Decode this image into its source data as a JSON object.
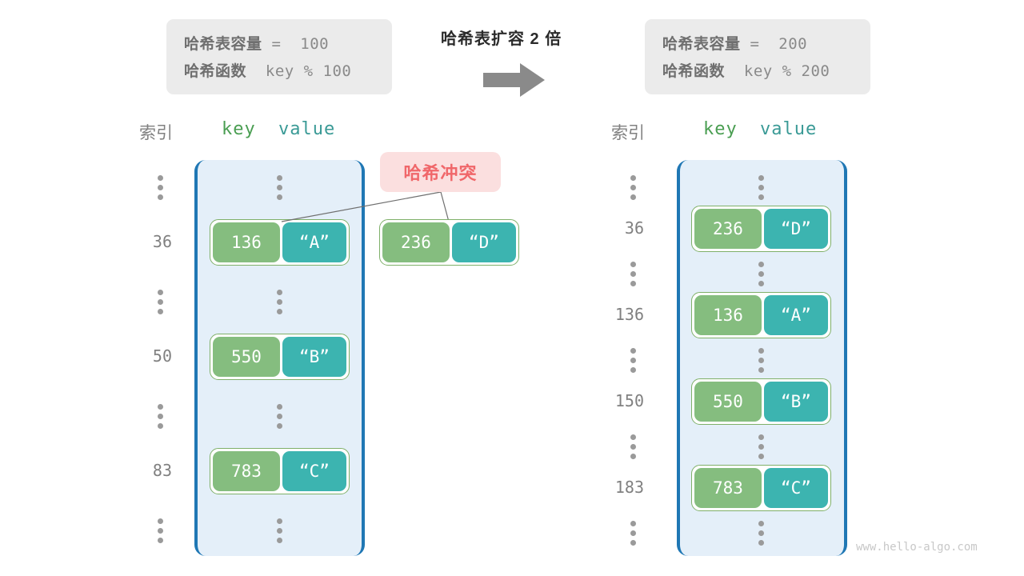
{
  "watermark": "www.hello-algo.com",
  "center": {
    "title": "哈希表扩容 2 倍",
    "arrow_icon": "right-arrow-icon"
  },
  "left_panel": {
    "info": {
      "capacity_label": "哈希表容量",
      "capacity_value": " =  100",
      "function_label": "哈希函数",
      "function_value": "  key % 100"
    },
    "headers": {
      "index": "索引",
      "key": "key",
      "value": "value"
    },
    "rows": [
      {
        "index": "",
        "type": "dots"
      },
      {
        "index": "36",
        "type": "pair",
        "key": "136",
        "value": "“A”"
      },
      {
        "index": "",
        "type": "dots"
      },
      {
        "index": "50",
        "type": "pair",
        "key": "550",
        "value": "“B”"
      },
      {
        "index": "",
        "type": "dots"
      },
      {
        "index": "83",
        "type": "pair",
        "key": "783",
        "value": "“C”"
      },
      {
        "index": "",
        "type": "dots"
      }
    ],
    "collision": {
      "badge_label": "哈希冲突",
      "key": "236",
      "value": "“D”"
    }
  },
  "right_panel": {
    "info": {
      "capacity_label": "哈希表容量",
      "capacity_value": " =  200",
      "function_label": "哈希函数",
      "function_value": "  key % 200"
    },
    "headers": {
      "index": "索引",
      "key": "key",
      "value": "value"
    },
    "rows": [
      {
        "index": "",
        "type": "dots"
      },
      {
        "index": "36",
        "type": "pair",
        "key": "236",
        "value": "“D”"
      },
      {
        "index": "",
        "type": "dots"
      },
      {
        "index": "136",
        "type": "pair",
        "key": "136",
        "value": "“A”"
      },
      {
        "index": "",
        "type": "dots"
      },
      {
        "index": "150",
        "type": "pair",
        "key": "550",
        "value": "“B”"
      },
      {
        "index": "",
        "type": "dots"
      },
      {
        "index": "183",
        "type": "pair",
        "key": "783",
        "value": "“C”"
      },
      {
        "index": "",
        "type": "dots"
      }
    ]
  },
  "colors": {
    "bucket_border": "#1f77b4",
    "bucket_fill": "#e4eff9",
    "key_cell": "#85bd7f",
    "value_cell": "#3cb4b0",
    "pair_border": "#7fb069",
    "badge_bg": "#fbdfdf",
    "badge_text": "#f0676a",
    "info_bg": "#ebebeb",
    "arrow": "#8a8a8a"
  }
}
